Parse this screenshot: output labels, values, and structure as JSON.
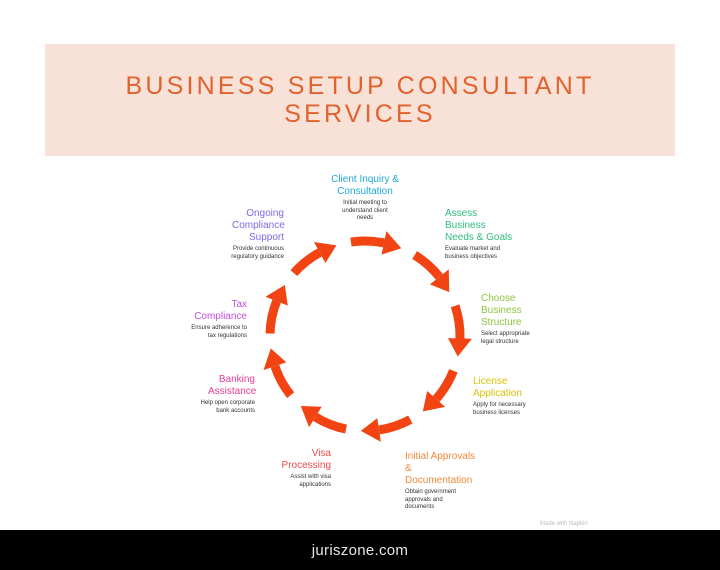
{
  "title": {
    "line1": "BUSINESS SETUP CONSULTANT",
    "line2": "SERVICES",
    "color": "#E2622F",
    "background": "#F8E1D6"
  },
  "cycle": {
    "arrow_color": "#F24313",
    "steps": [
      {
        "heading": "Client Inquiry & Consultation",
        "description": "Initial meeting to understand client needs",
        "color": "#1FA8D8"
      },
      {
        "heading": "Assess Business Needs & Goals",
        "description": "Evaluate market and business objectives",
        "color": "#2DBE7C"
      },
      {
        "heading": "Choose Business Structure",
        "description": "Select appropriate legal structure",
        "color": "#8CC63F"
      },
      {
        "heading": "License Application",
        "description": "Apply for necessary business licenses",
        "color": "#D9C20A"
      },
      {
        "heading": "Initial Approvals & Documentation",
        "description": "Obtain government approvals and documents",
        "color": "#EE8A3C"
      },
      {
        "heading": "Visa Processing",
        "description": "Assist with visa applications",
        "color": "#EF4B4B"
      },
      {
        "heading": "Banking Assistance",
        "description": "Help open corporate bank accounts",
        "color": "#EC3C8E"
      },
      {
        "heading": "Tax Compliance",
        "description": "Ensure adherence to tax regulations",
        "color": "#C14FE0"
      },
      {
        "heading": "Ongoing Compliance Support",
        "description": "Provide continuous regulatory guidance",
        "color": "#7A6BE8"
      }
    ]
  },
  "watermark": "Made with Napkin",
  "footer": {
    "text": "juriszone.com"
  }
}
